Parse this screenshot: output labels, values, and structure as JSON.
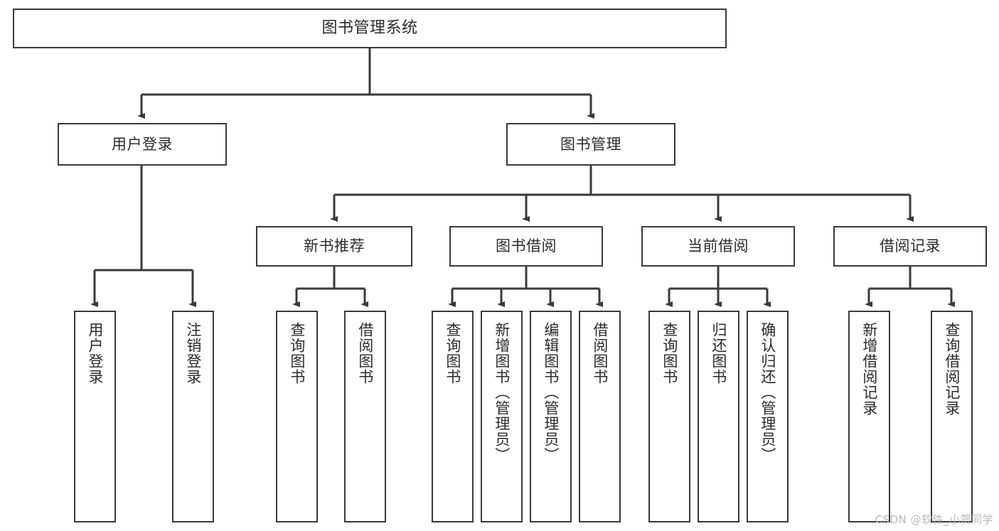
{
  "diagram": {
    "title": "图书管理系统",
    "type": "tree-hierarchy-chart",
    "line_color": "#3a3a3a",
    "text_color": "#2b2b2b",
    "background_color": "#ffffff",
    "watermark": "CSDN @软件_小贺同学",
    "nodes": {
      "root": {
        "label": "图书管理系统"
      },
      "level2": [
        {
          "id": "user-login",
          "label": "用户登录"
        },
        {
          "id": "book-management",
          "label": "图书管理"
        }
      ],
      "level3": [
        {
          "id": "new-book-recommend",
          "label": "新书推荐"
        },
        {
          "id": "book-borrow",
          "label": "图书借阅"
        },
        {
          "id": "current-borrow",
          "label": "当前借阅"
        },
        {
          "id": "borrow-record",
          "label": "借阅记录"
        }
      ],
      "leaves": {
        "user_login": [
          {
            "id": "leaf-user-login",
            "label": "用户登录"
          },
          {
            "id": "leaf-logout-login",
            "label": "注销登录"
          }
        ],
        "new_book_recommend": [
          {
            "id": "leaf-query-book-1",
            "label": "查询图书"
          },
          {
            "id": "leaf-borrow-book-1",
            "label": "借阅图书"
          }
        ],
        "book_borrow": [
          {
            "id": "leaf-query-book-2",
            "label": "查询图书"
          },
          {
            "id": "leaf-add-book",
            "label": "新增图书（管理员）"
          },
          {
            "id": "leaf-edit-book",
            "label": "编辑图书（管理员）"
          },
          {
            "id": "leaf-borrow-book-2",
            "label": "借阅图书"
          }
        ],
        "current_borrow": [
          {
            "id": "leaf-query-book-3",
            "label": "查询图书"
          },
          {
            "id": "leaf-return-book",
            "label": "归还图书"
          },
          {
            "id": "leaf-confirm-return",
            "label": "确认归还（管理员）"
          }
        ],
        "borrow_record": [
          {
            "id": "leaf-add-record",
            "label": "新增借阅记录"
          },
          {
            "id": "leaf-query-record",
            "label": "查询借阅记录"
          }
        ]
      }
    }
  }
}
